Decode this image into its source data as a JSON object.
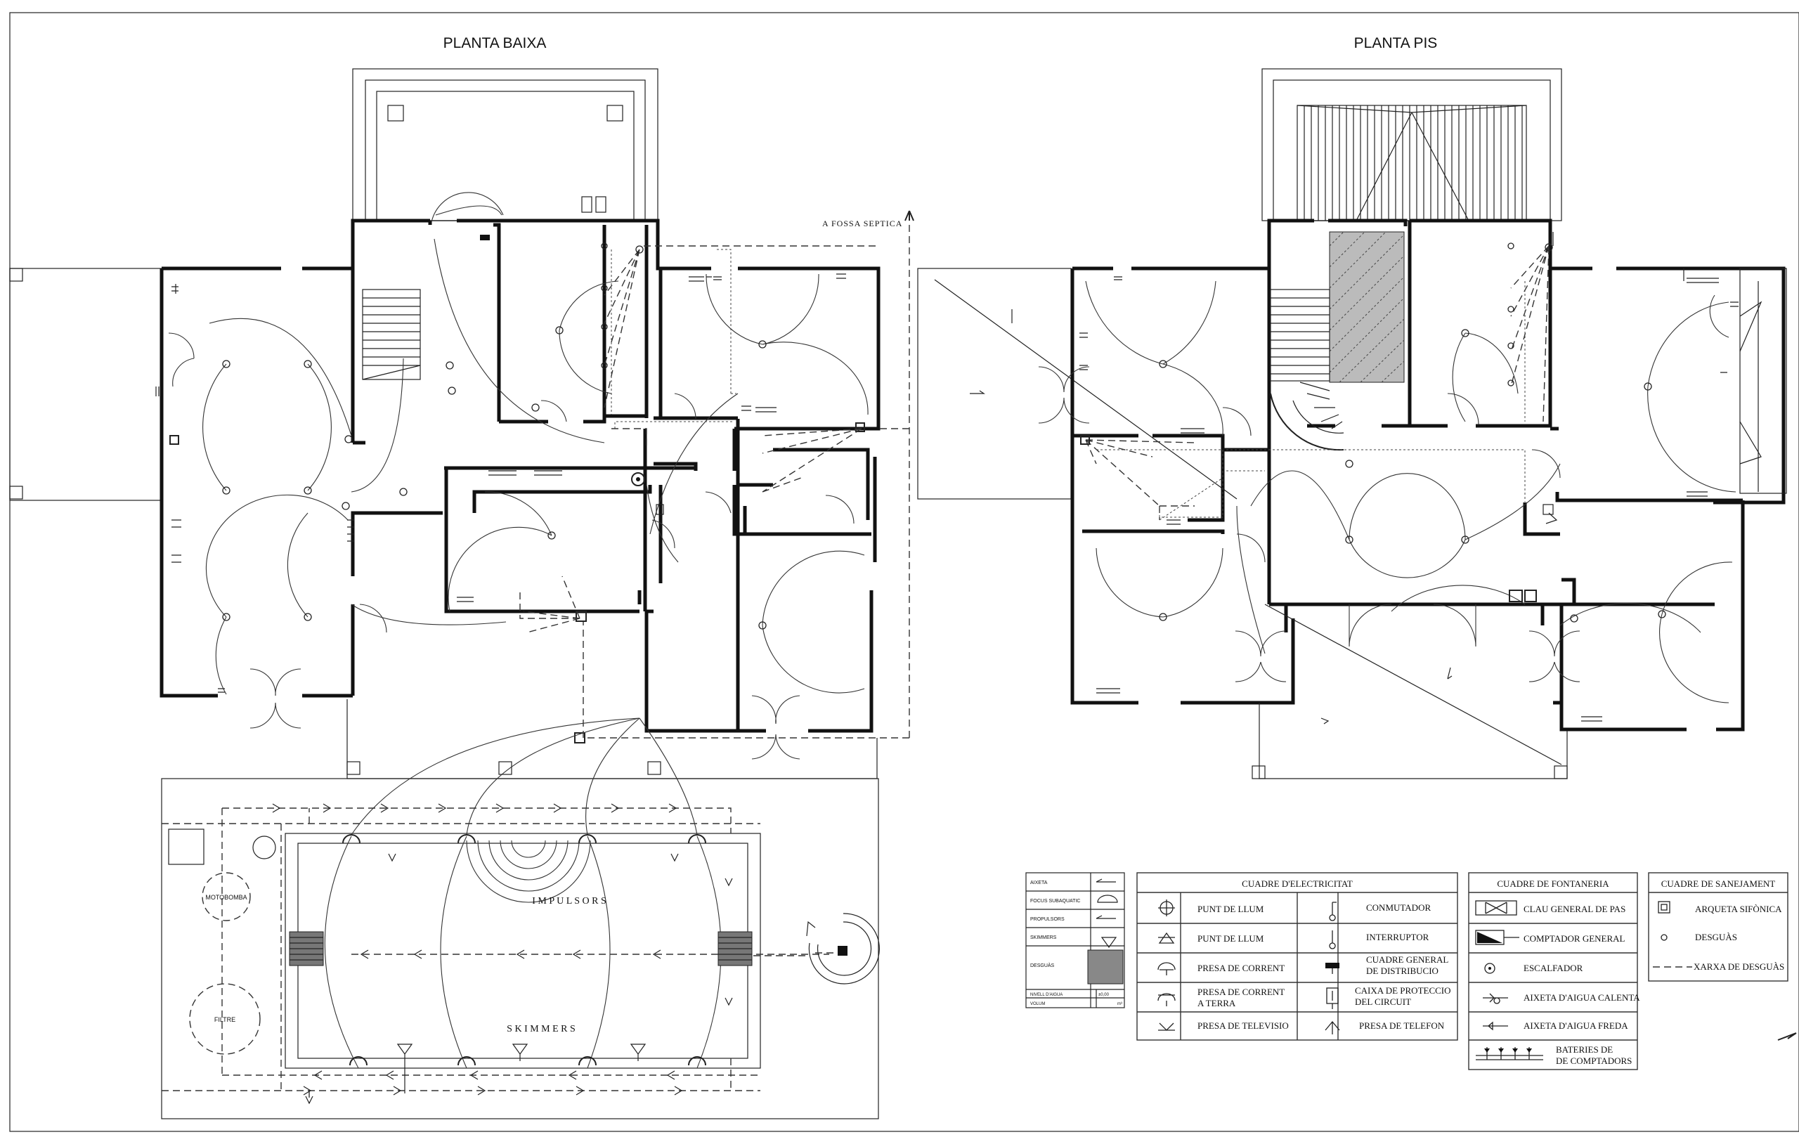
{
  "titles": {
    "ground_floor": "PLANTA BAIXA",
    "upper_floor": "PLANTA PIS"
  },
  "annotations": {
    "septic": "A FOSSA SEPTICA",
    "impulsors": "I M P U L S O R S",
    "skimmers": "S K I M M E R S",
    "motobomba": "MOTOBOMBA",
    "filtre": "FILTRE"
  },
  "pool_legend": {
    "rows": [
      "AIXETA",
      "FOCUS SUBAQUATIC",
      "PROPULSORS",
      "SKIMMERS",
      "DESGUÀS"
    ],
    "footer_left_1": "NIVELL D'AIGUA",
    "footer_right_1": "±0,00",
    "footer_left_2": "VOLUM",
    "footer_right_2": "m³"
  },
  "legend_electric": {
    "title": "CUADRE D'ELECTRICITAT",
    "left": [
      "PUNT DE LLUM",
      "PUNT DE LLUM",
      "PRESA DE CORRENT",
      "PRESA DE CORRENT",
      "A TERRA",
      "PRESA DE TELEVISIO"
    ],
    "right": [
      "CONMUTADOR",
      "INTERRUPTOR",
      "CUADRE GENERAL",
      "DE DISTRIBUCIO",
      "CAIXA DE PROTECCIO",
      "DEL CIRCUIT",
      "PRESA DE TELEFON"
    ]
  },
  "legend_plumbing": {
    "title": "CUADRE DE FONTANERIA",
    "items": [
      "CLAU GENERAL DE PAS",
      "COMPTADOR GENERAL",
      "ESCALFADOR",
      "AIXETA D'AIGUA CALENTA",
      "AIXETA D'AIGUA FREDA",
      "BATERIES DE",
      "DE COMPTADORS"
    ]
  },
  "legend_sanitation": {
    "title": "CUADRE DE SANEJAMENT",
    "items": [
      "ARQUETA SIFÒNICA",
      "DESGUÀS",
      "XARXA DE DESGUÀS"
    ]
  }
}
